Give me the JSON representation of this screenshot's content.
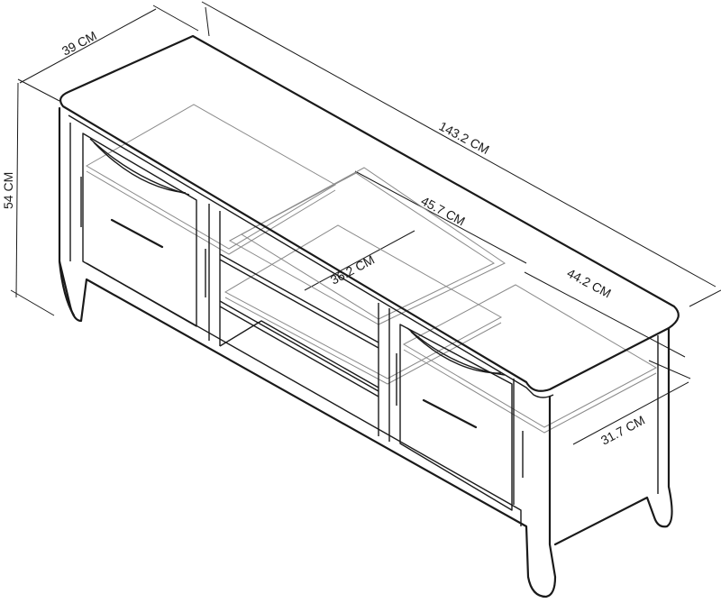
{
  "dimensions": {
    "depth_total": "39 CM",
    "height_total": "54 CM",
    "width_total": "143.2 CM",
    "shelf_width": "45.7 CM",
    "shelf_depth": "36.2 CM",
    "cupboard_width": "44.2 CM",
    "cupboard_height": "31.7 CM"
  }
}
